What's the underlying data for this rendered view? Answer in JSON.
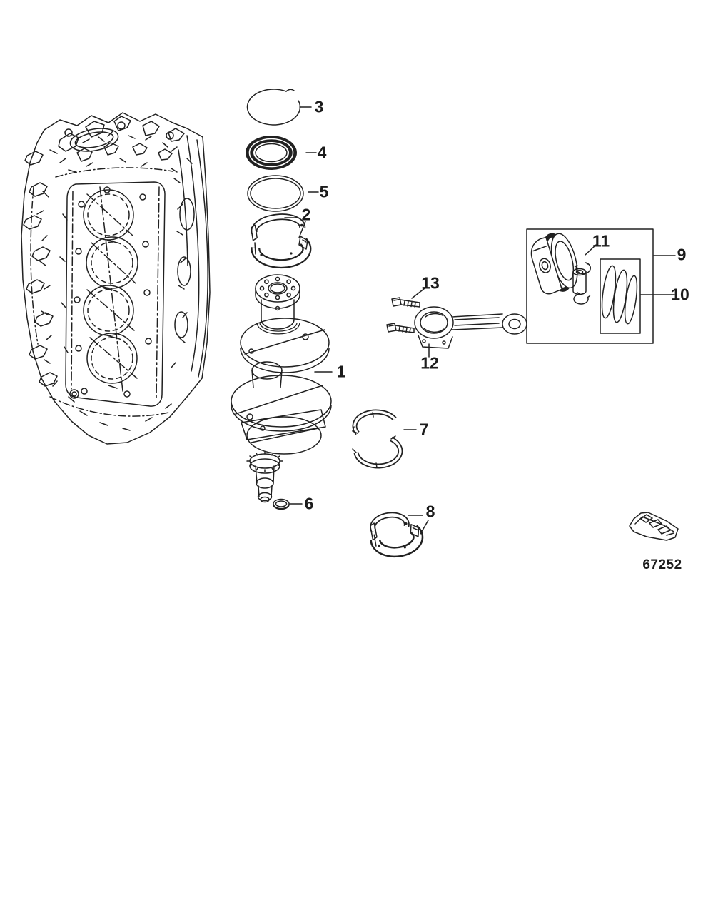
{
  "diagram": {
    "background_color": "#ffffff",
    "line_color": "#212121",
    "callouts": [
      {
        "label": "1"
      },
      {
        "label": "2"
      },
      {
        "label": "3"
      },
      {
        "label": "4"
      },
      {
        "label": "5"
      },
      {
        "label": "6"
      },
      {
        "label": "7"
      },
      {
        "label": "8"
      },
      {
        "label": "9"
      },
      {
        "label": "10"
      },
      {
        "label": "11"
      },
      {
        "label": "12"
      },
      {
        "label": "13"
      }
    ],
    "footer": {
      "drawing_number": "67252",
      "boat_icon": "boat-icon"
    }
  }
}
